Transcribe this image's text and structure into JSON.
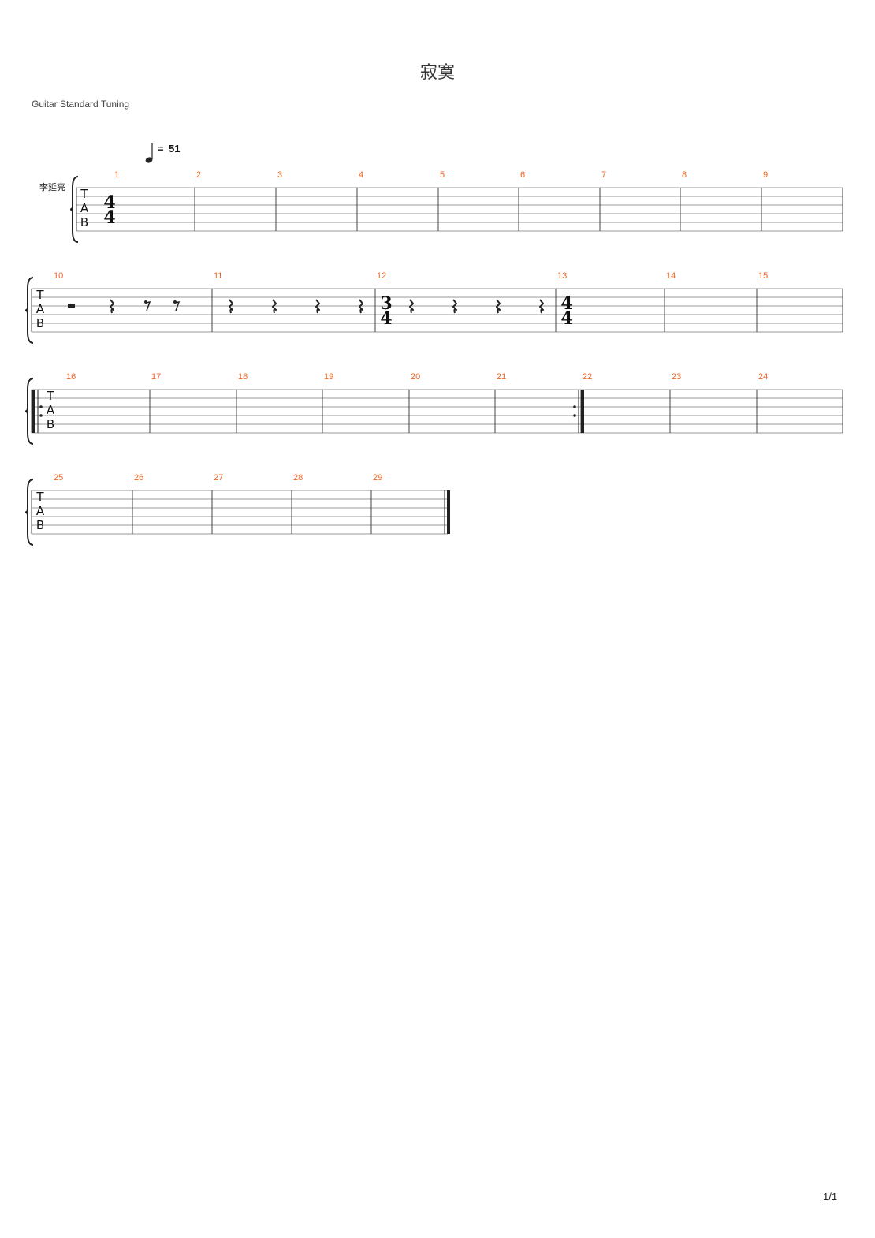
{
  "score": {
    "title": "寂寞",
    "tuning_label": "Guitar Standard Tuning",
    "track_name": "李延亮",
    "tempo": {
      "equals": "=",
      "bpm": "51"
    },
    "page_number": "1/1",
    "tab_letters": [
      "T",
      "A",
      "B"
    ],
    "time_signatures": [
      {
        "measure": 1,
        "top": "4",
        "bottom": "4"
      },
      {
        "measure": 12,
        "top": "3",
        "bottom": "4"
      },
      {
        "measure": 13,
        "top": "4",
        "bottom": "4"
      }
    ],
    "systems": [
      {
        "measures": [
          "1",
          "2",
          "3",
          "4",
          "5",
          "6",
          "7",
          "8",
          "9"
        ]
      },
      {
        "measures": [
          "10",
          "11",
          "12",
          "13",
          "14",
          "15"
        ]
      },
      {
        "measures": [
          "16",
          "17",
          "18",
          "19",
          "20",
          "21",
          "22",
          "23",
          "24"
        ]
      },
      {
        "measures": [
          "25",
          "26",
          "27",
          "28",
          "29"
        ]
      }
    ],
    "rests": {
      "10": [
        "half",
        "quarter",
        "eighth",
        "eighth"
      ],
      "11": [
        "quarter",
        "quarter",
        "quarter",
        "quarter"
      ],
      "12": [
        "quarter",
        "quarter",
        "quarter",
        "quarter"
      ]
    },
    "repeat": {
      "start_measure": "16",
      "end_measure": "21"
    },
    "final_barline_after": "29"
  }
}
